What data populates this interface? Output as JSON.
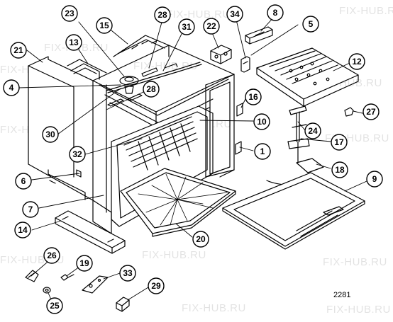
{
  "diagram": {
    "figure_code": "2281",
    "watermark": "FIX-HUB.RU",
    "callouts": [
      {
        "n": "1"
      },
      {
        "n": "4"
      },
      {
        "n": "5"
      },
      {
        "n": "6"
      },
      {
        "n": "7"
      },
      {
        "n": "8"
      },
      {
        "n": "9"
      },
      {
        "n": "10"
      },
      {
        "n": "12"
      },
      {
        "n": "13"
      },
      {
        "n": "14"
      },
      {
        "n": "15"
      },
      {
        "n": "16"
      },
      {
        "n": "17"
      },
      {
        "n": "18"
      },
      {
        "n": "19"
      },
      {
        "n": "20"
      },
      {
        "n": "21"
      },
      {
        "n": "22"
      },
      {
        "n": "23"
      },
      {
        "n": "24"
      },
      {
        "n": "25"
      },
      {
        "n": "26"
      },
      {
        "n": "27"
      },
      {
        "n": "28"
      },
      {
        "n": "28"
      },
      {
        "n": "29"
      },
      {
        "n": "30"
      },
      {
        "n": "31"
      },
      {
        "n": "32"
      },
      {
        "n": "33"
      },
      {
        "n": "34"
      }
    ]
  }
}
